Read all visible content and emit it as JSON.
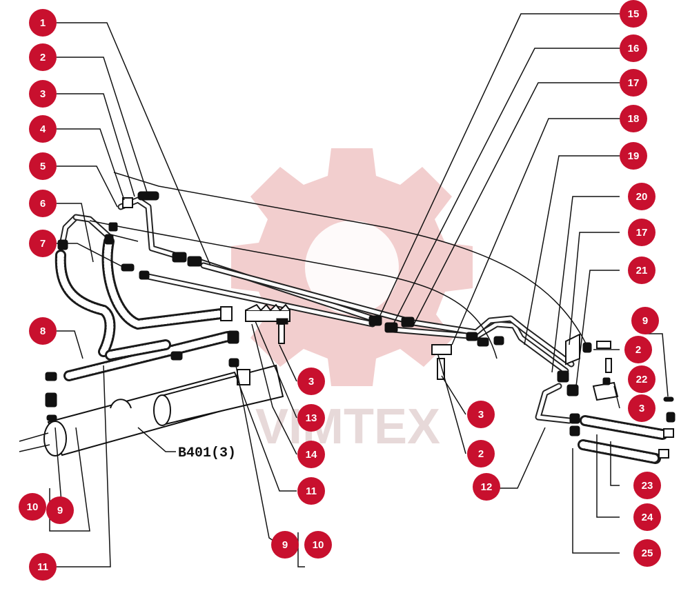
{
  "brand": {
    "watermark_text": "VIMTEX",
    "accent_color": "#c8102e"
  },
  "reference": "B401(3)",
  "callouts": [
    "1",
    "2",
    "3",
    "4",
    "5",
    "6",
    "7",
    "8",
    "9",
    "10",
    "11",
    "12",
    "13",
    "14",
    "15",
    "16",
    "17",
    "18",
    "19",
    "20",
    "21",
    "22",
    "23",
    "24",
    "25"
  ]
}
